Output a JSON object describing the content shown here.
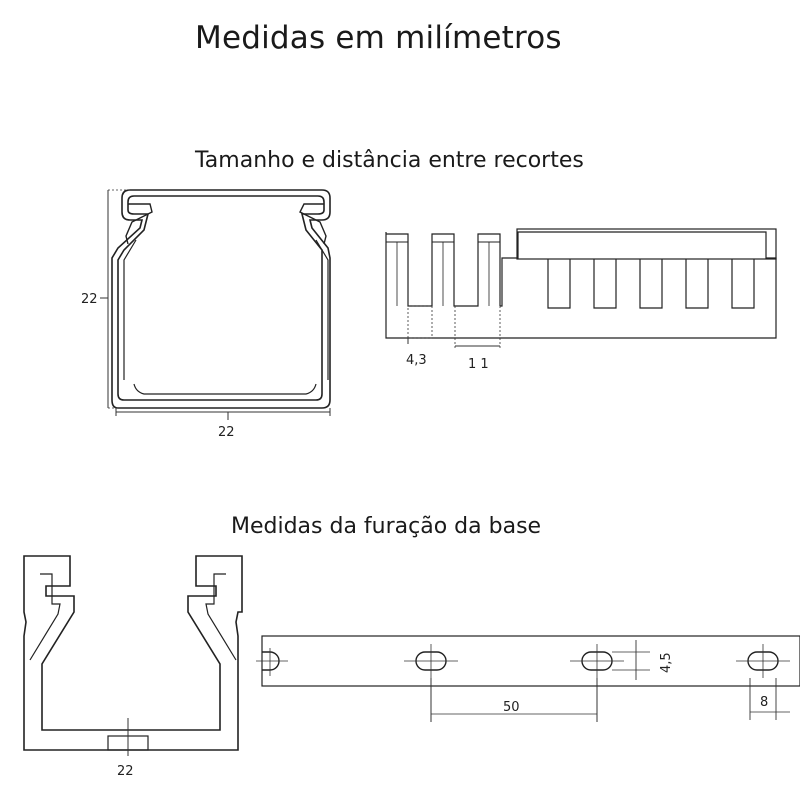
{
  "title": "Medidas em milímetros",
  "section_cutouts": {
    "title": "Tamanho e distância entre recortes",
    "profile_height_label": "22",
    "profile_width_label": "22",
    "slot_width_label": "4,3",
    "slot_pitch_label": "1 1"
  },
  "section_base_holes": {
    "title": "Medidas da furação da base",
    "base_width_label": "22",
    "hole_spacing_label": "50",
    "hole_height_label": "4,5",
    "hole_length_label": "8"
  }
}
